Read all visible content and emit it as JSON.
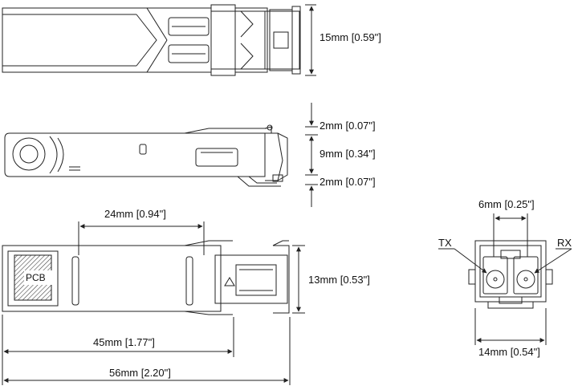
{
  "dimensions": {
    "top_height": "15mm [0.59\"]",
    "top_gap": "2mm [0.07\"]",
    "mid_height": "9mm [0.34\"]",
    "bottom_gap": "2mm [0.07\"]",
    "width_24": "24mm [0.94\"]",
    "height_13": "13mm [0.53\"]",
    "length_45": "45mm [1.77\"]",
    "length_56": "56mm [2.20\"]",
    "pitch_6": "6mm [0.25\"]",
    "width_14": "14mm [0.54\"]"
  },
  "labels": {
    "pcb": "PCB",
    "tx": "TX",
    "rx": "RX"
  },
  "colors": {
    "line": "#222222",
    "hatch": "#444444"
  }
}
